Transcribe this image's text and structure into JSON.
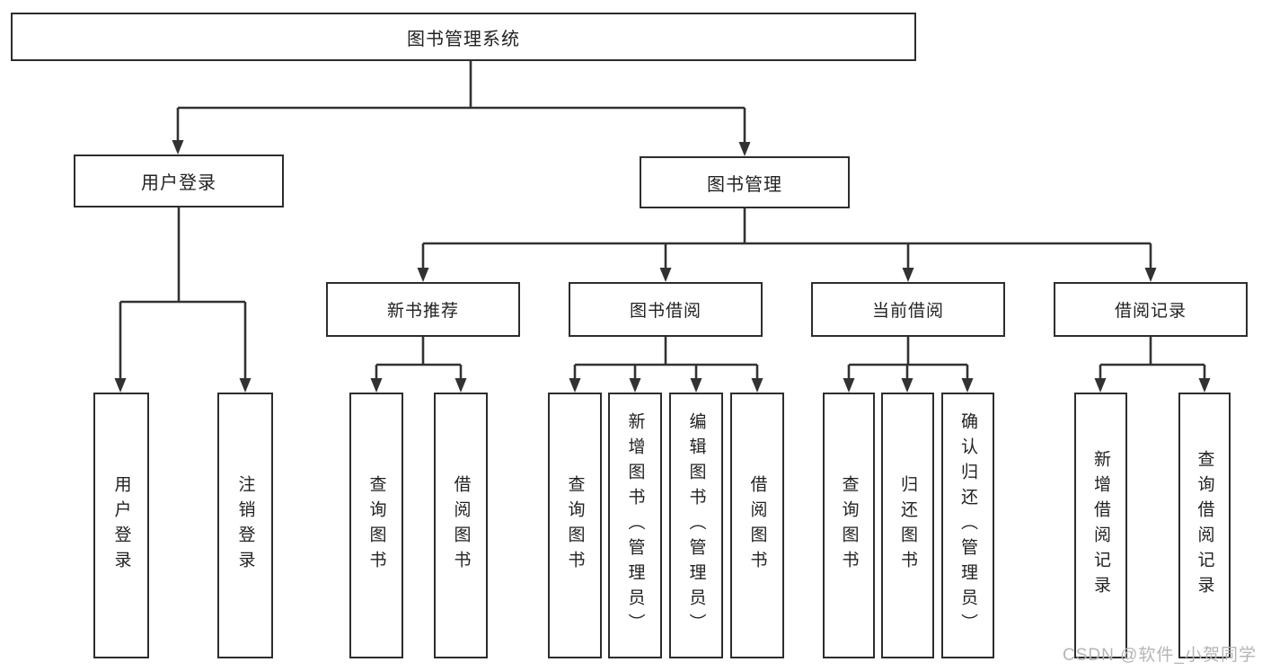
{
  "diagram": {
    "root": "图书管理系统",
    "branches": {
      "user_login": {
        "label": "用户登录",
        "children": [
          "用户登录",
          "注销登录"
        ]
      },
      "book_management": {
        "label": "图书管理",
        "sections": {
          "new_books": {
            "label": "新书推荐",
            "children": [
              "查询图书",
              "借阅图书"
            ]
          },
          "book_borrow": {
            "label": "图书借阅",
            "children": [
              "查询图书",
              "新增图书（管理员）",
              "编辑图书（管理员）",
              "借阅图书"
            ]
          },
          "current_borrow": {
            "label": "当前借阅",
            "children": [
              "查询图书",
              "归还图书",
              "确认归还（管理员）"
            ]
          },
          "borrow_records": {
            "label": "借阅记录",
            "children": [
              "新增借阅记录",
              "查询借阅记录"
            ]
          }
        }
      }
    },
    "colors": {
      "line": "#323232",
      "box_border": "#2d2d2d",
      "text": "#222222",
      "watermark": "#b5b5b5"
    }
  },
  "watermark": "CSDN @软件_小贺同学"
}
